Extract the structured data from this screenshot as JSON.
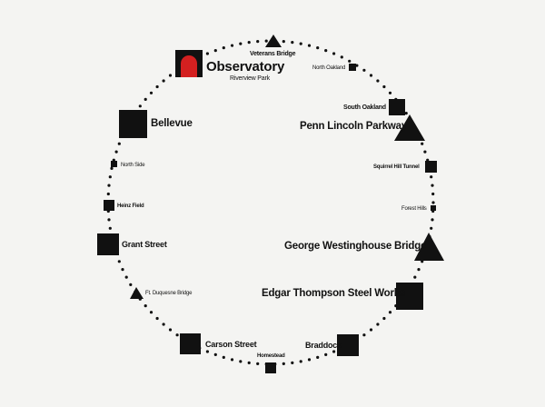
{
  "colors": {
    "ink": "#111111",
    "accent": "#d42020",
    "background": "#f4f4f2"
  },
  "stations": [
    {
      "id": "observatory",
      "label": "Observatory",
      "sublabel": "Riverview Park",
      "marker": "observatory-square"
    },
    {
      "id": "veterans-bridge",
      "label": "Veterans Bridge",
      "marker": "triangle"
    },
    {
      "id": "north-oakland",
      "label": "North Oakland",
      "marker": "square"
    },
    {
      "id": "south-oakland",
      "label": "South Oakland",
      "marker": "square"
    },
    {
      "id": "penn-lincoln-parkway",
      "label": "Penn Lincoln Parkway",
      "marker": "triangle"
    },
    {
      "id": "squirrel-hill-tunnel",
      "label": "Squirrel Hill Tunnel",
      "marker": "square"
    },
    {
      "id": "forest-hills",
      "label": "Forest Hills",
      "marker": "square"
    },
    {
      "id": "george-westinghouse-bridge",
      "label": "George Westinghouse Bridge",
      "marker": "triangle"
    },
    {
      "id": "edgar-thompson-steel-works",
      "label": "Edgar Thompson Steel Works",
      "marker": "square"
    },
    {
      "id": "braddock",
      "label": "Braddock",
      "marker": "square"
    },
    {
      "id": "homestead",
      "label": "Homestead",
      "marker": "square"
    },
    {
      "id": "carson-street",
      "label": "Carson Street",
      "marker": "square"
    },
    {
      "id": "ft-duquesne-bridge",
      "label": "Ft. Duquesne Bridge",
      "marker": "triangle"
    },
    {
      "id": "grant-street",
      "label": "Grant Street",
      "marker": "square"
    },
    {
      "id": "heinz-field",
      "label": "Heinz Field",
      "marker": "square"
    },
    {
      "id": "north-side",
      "label": "North Side",
      "marker": "square"
    },
    {
      "id": "bellevue",
      "label": "Bellevue",
      "marker": "square"
    }
  ]
}
